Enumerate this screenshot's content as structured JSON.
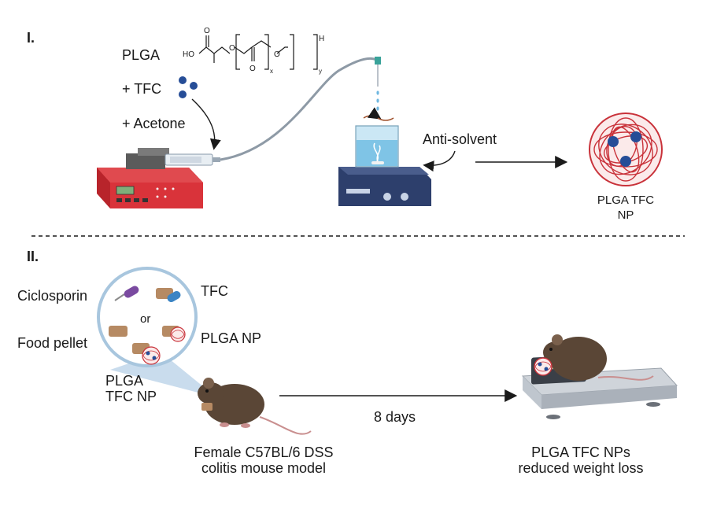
{
  "section1": {
    "label": "I.",
    "plga": "PLGA",
    "structure": {
      "ho": "HO",
      "o1": "O",
      "o2": "O",
      "o3": "O",
      "o4": "O",
      "h": "H",
      "x": "x",
      "y": "y"
    },
    "tfc": "+ TFC",
    "acetone": "+ Acetone",
    "antisolvent": "Anti-solvent",
    "np_line1": "PLGA TFC",
    "np_line2": "NP"
  },
  "section2": {
    "label": "II.",
    "ciclosporin": "Ciclosporin",
    "tfc": "TFC",
    "or": "or",
    "plga_np": "PLGA NP",
    "food_pellet": "Food pellet",
    "plga_tfc_np_line1": "PLGA",
    "plga_tfc_np_line2": "TFC NP",
    "duration": "8 days",
    "model_line1": "Female C57BL/6 DSS",
    "model_line2": "colitis mouse model",
    "result_line1": "PLGA TFC NPs",
    "result_line2": "reduced weight loss"
  },
  "colors": {
    "pump_red": "#d9333a",
    "water_blue": "#7fc4e6",
    "stirrer_navy": "#2d3f6c",
    "np_red": "#c9323a",
    "tfc_blue": "#264d97",
    "mouse_brown": "#5a4636",
    "pellet_tan": "#b68a63",
    "bubble_blue": "#c7dcec"
  }
}
